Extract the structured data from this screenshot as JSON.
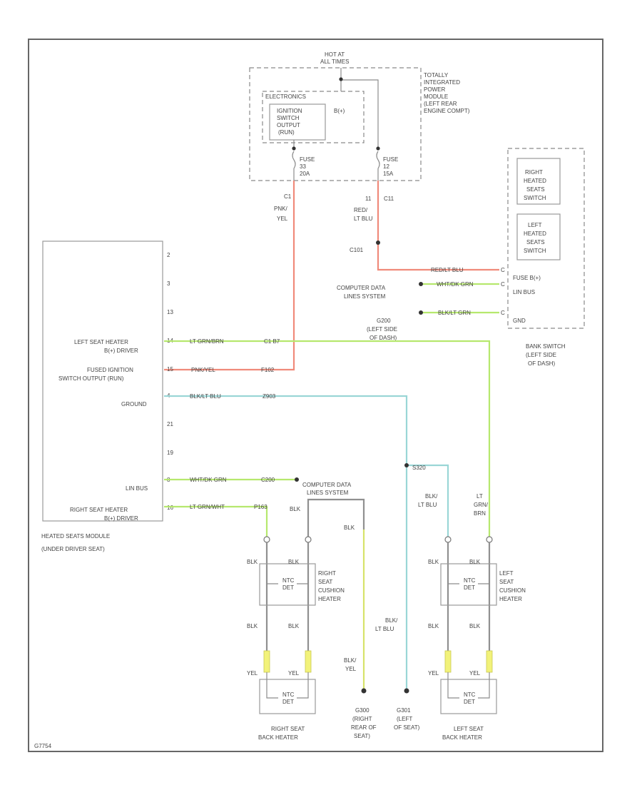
{
  "colors": {
    "red_wire": "#f08a7a",
    "green_wire": "#b6e86e",
    "cyan_wire": "#9ad6d6",
    "gray_wire": "#909090",
    "yellow_green_wire": "#d7e36a"
  },
  "tipm": {
    "top_label": [
      "HOT AT",
      "ALL TIMES"
    ],
    "electronics": "ELECTRONICS",
    "ignition_output": [
      "IGNITION",
      "SWITCH",
      "OUTPUT",
      "(RUN)"
    ],
    "bplus": "B(+)",
    "fuse_a": [
      "FUSE",
      "33",
      "20A"
    ],
    "fuse_b": [
      "FUSE",
      "12",
      "15A"
    ],
    "name": [
      "TOTALLY",
      "INTEGRATED",
      "POWER",
      "MODULE",
      "(LEFT REAR",
      "ENGINE COMPT)"
    ]
  },
  "wires": {
    "red_a": [
      "C1",
      "PNK/",
      "YEL"
    ],
    "red_b": [
      "11",
      "RED/",
      "LT BLU"
    ],
    "cbb": "C101",
    "c11": "C11",
    "red_blu": "RED/LT BLU",
    "wht_grn": "WHT/DK GRN",
    "blk_grn": "BLK/LT GRN",
    "lt_grn_a": "LT GRN/BRN",
    "pnk_yel": "PNK/YEL",
    "blk_lt_blu": "BLK/LT BLU",
    "wht_grn_b": "WHT/DK GRN",
    "lt_grn_b": "LT GRN/WHT",
    "tag_c1": "C1 B7",
    "tag_fuse": "F102",
    "tag_g": "Z903",
    "tag_c2": "C200",
    "tag_c3": "P163",
    "tag_splice": "S320"
  },
  "hsm": {
    "pins": [
      "2",
      "3",
      "13",
      "14",
      "15",
      "4",
      "21",
      "19",
      "8",
      "16"
    ],
    "labels": {
      "left_driver": [
        "LEFT SEAT HEATER",
        "B(+) DRIVER"
      ],
      "fused": [
        "FUSED IGNITION",
        "SWITCH OUTPUT (RUN)"
      ],
      "ground": "GROUND",
      "lin": "LIN BUS",
      "right_driver": [
        "RIGHT SEAT HEATER",
        "B(+) DRIVER"
      ]
    },
    "name": [
      "HEATED SEATS MODULE",
      "(UNDER DRIVER SEAT)"
    ]
  },
  "bank": {
    "right_switch": [
      "RIGHT",
      "HEATED",
      "SEATS",
      "SWITCH"
    ],
    "left_switch": [
      "LEFT",
      "HEATED",
      "SEATS",
      "SWITCH"
    ],
    "fuse": "FUSE B(+)",
    "lin": "LIN BUS",
    "gnd": "GND",
    "pins": [
      "C",
      "C",
      "C"
    ],
    "name": [
      "BANK SWITCH",
      "(LEFT SIDE",
      "OF DASH)"
    ]
  },
  "cdl": {
    "top": [
      "COMPUTER DATA",
      "LINES SYSTEM"
    ],
    "bottom": [
      "COMPUTER DATA",
      "LINES SYSTEM"
    ]
  },
  "ground_top": [
    "G200",
    "(LEFT SIDE",
    "OF DASH)"
  ],
  "right_side": {
    "wire_blk": "BLK",
    "wire_blk2": "BLK",
    "wire_blk_yel": [
      "BLK/",
      "YEL"
    ],
    "wire_yel": "YEL",
    "thermistor": [
      "NTC",
      "DET"
    ],
    "cushion": [
      "RIGHT",
      "SEAT",
      "CUSHION",
      "HEATER"
    ],
    "back": [
      "RIGHT SEAT",
      "BACK HEATER"
    ],
    "ground": [
      "G300",
      "(RIGHT",
      "REAR OF",
      "SEAT)"
    ]
  },
  "left_side": {
    "wire_blk_lt_blu": [
      "BLK/",
      "LT BLU"
    ],
    "wire_lt_grn": [
      "LT",
      "GRN/",
      "BRN"
    ],
    "wire_blk": "BLK",
    "wire_yel": "YEL",
    "thermistor": [
      "NTC",
      "DET"
    ],
    "cushion": [
      "LEFT",
      "SEAT",
      "CUSHION",
      "HEATER"
    ],
    "back": [
      "LEFT SEAT",
      "BACK HEATER"
    ],
    "ground": [
      "G301",
      "(LEFT",
      "OF SEAT)"
    ],
    "mid_blk": [
      "BLK/",
      "LT BLU"
    ]
  },
  "footer": "G7754"
}
